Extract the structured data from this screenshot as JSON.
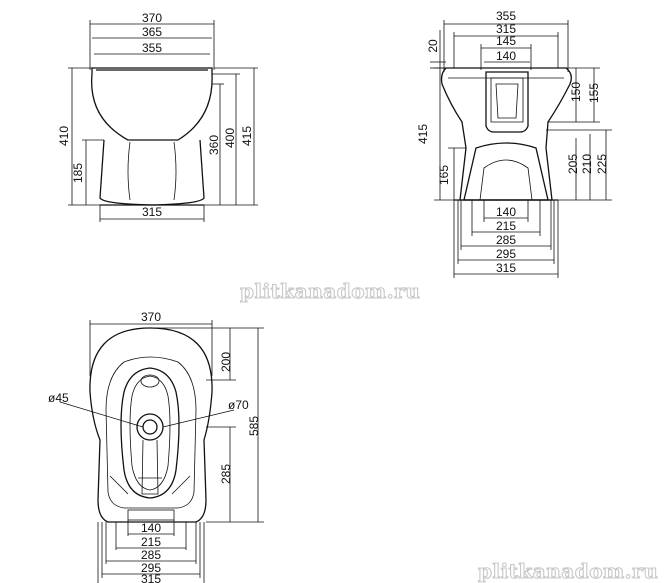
{
  "watermarks": [
    "plitkanadom.ru",
    "plitkanadom.ru"
  ],
  "front_view": {
    "top_widths": [
      "370",
      "365",
      "355"
    ],
    "left_heights": [
      "410",
      "185"
    ],
    "right_heights": [
      "360",
      "400",
      "415"
    ],
    "base_width": "315"
  },
  "side_view": {
    "top_widths": [
      "355",
      "315",
      "145",
      "140"
    ],
    "top_left": "20",
    "left_heights": [
      "415",
      "165"
    ],
    "right_heights_upper": [
      "150",
      "155"
    ],
    "right_heights_lower": [
      "205",
      "210",
      "225"
    ],
    "bottom_widths": [
      "140",
      "215",
      "285",
      "295",
      "315"
    ]
  },
  "plan_view": {
    "top_width": "370",
    "right_dims": [
      "200",
      "285",
      "585"
    ],
    "diameters": [
      "ø45",
      "ø70"
    ],
    "bottom_widths": [
      "140",
      "215",
      "285",
      "295",
      "315"
    ]
  }
}
